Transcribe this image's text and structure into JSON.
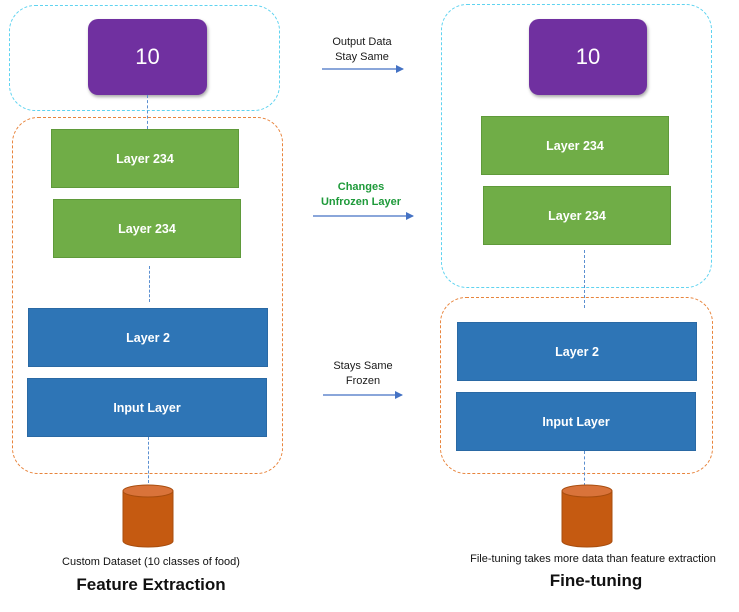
{
  "left": {
    "output_value": "10",
    "layer_top": "Layer 234",
    "layer_mid": "Layer 234",
    "layer_2": "Layer 2",
    "input_layer": "Input Layer",
    "caption": "Custom Dataset (10 classes of food)",
    "title": "Feature Extraction"
  },
  "right": {
    "output_value": "10",
    "layer_top": "Layer 234",
    "layer_mid": "Layer 234",
    "layer_2": "Layer 2",
    "input_layer": "Input Layer",
    "caption": "File-tuning takes more data than feature extraction",
    "title": "Fine-tuning"
  },
  "arrows": {
    "a1_line1": "Output Data",
    "a1_line2": "Stay Same",
    "a2_line1": "Changes",
    "a2_line2": "Unfrozen Layer",
    "a3_line1": "Stays Same",
    "a3_line2": "Frozen"
  },
  "colors": {
    "output_node": "#7030a0",
    "green_layer": "#70ad47",
    "blue_layer": "#2e75b6",
    "database": "#c55a11",
    "cyan_border": "#5fd3f0",
    "orange_border": "#e8843c",
    "arrow": "#4472c4",
    "changes_text": "#1e9a3a"
  }
}
